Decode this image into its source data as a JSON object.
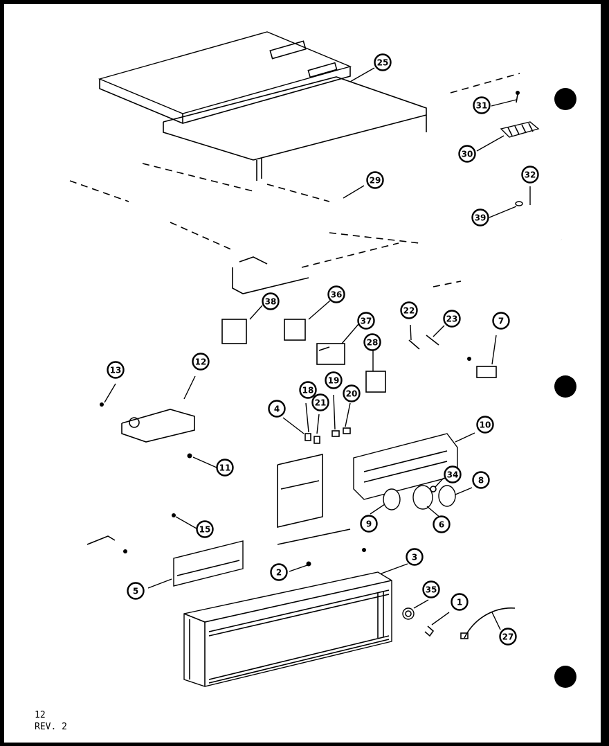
{
  "page": {
    "number": "12",
    "revision": "REV. 2"
  },
  "callouts": [
    {
      "label": "25"
    },
    {
      "label": "31"
    },
    {
      "label": "30"
    },
    {
      "label": "32"
    },
    {
      "label": "39"
    },
    {
      "label": "29"
    },
    {
      "label": "38"
    },
    {
      "label": "36"
    },
    {
      "label": "37"
    },
    {
      "label": "28"
    },
    {
      "label": "22"
    },
    {
      "label": "23"
    },
    {
      "label": "7"
    },
    {
      "label": "13"
    },
    {
      "label": "12"
    },
    {
      "label": "18"
    },
    {
      "label": "19"
    },
    {
      "label": "21"
    },
    {
      "label": "20"
    },
    {
      "label": "4"
    },
    {
      "label": "10"
    },
    {
      "label": "11"
    },
    {
      "label": "34"
    },
    {
      "label": "8"
    },
    {
      "label": "9"
    },
    {
      "label": "6"
    },
    {
      "label": "15"
    },
    {
      "label": "3"
    },
    {
      "label": "2"
    },
    {
      "label": "5"
    },
    {
      "label": "35"
    },
    {
      "label": "1"
    },
    {
      "label": "27"
    }
  ],
  "binder_holes": 3
}
